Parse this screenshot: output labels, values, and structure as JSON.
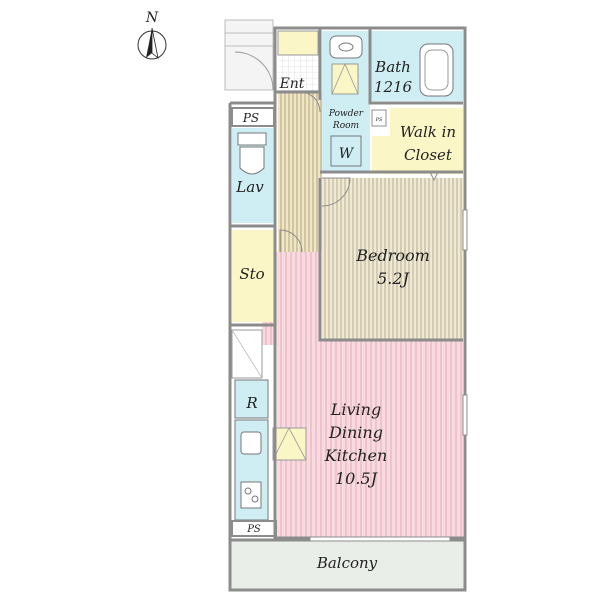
{
  "compass": {
    "label": "N",
    "icon": "north-arrow-icon"
  },
  "rooms": {
    "entrance": {
      "label": "Ent"
    },
    "bath": {
      "line1": "Bath",
      "line2": "1216"
    },
    "powder_room": {
      "line1": "Powder",
      "line2": "Room"
    },
    "washer": {
      "label": "W"
    },
    "walk_in_closet": {
      "line1": "Walk in",
      "line2": "Closet"
    },
    "ps_top": {
      "label": "PS"
    },
    "ps_small": {
      "label": "PS"
    },
    "ps_bottom": {
      "label": "PS"
    },
    "lavatory": {
      "label": "Lav"
    },
    "storage": {
      "label": "Sto"
    },
    "bedroom": {
      "line1": "Bedroom",
      "line2": "5.2J"
    },
    "refrigerator": {
      "label": "R"
    },
    "ldk": {
      "line1": "Living",
      "line2": "Dining",
      "line3": "Kitchen",
      "line4": "10.5J"
    },
    "balcony": {
      "label": "Balcony"
    }
  },
  "colors": {
    "wall": "#8c8c8c",
    "ldk_floor": "#f7dbe0",
    "ldk_stripe": "#e9aab6",
    "bedroom_floor": "#efe9d6",
    "bedroom_stripe": "#b9ae8c",
    "hall_floor": "#efe6c8",
    "hall_stripe": "#b5a577",
    "wet_area": "#cfeef3",
    "closet": "#fbf6c6",
    "balcony": "#e9eee9"
  }
}
